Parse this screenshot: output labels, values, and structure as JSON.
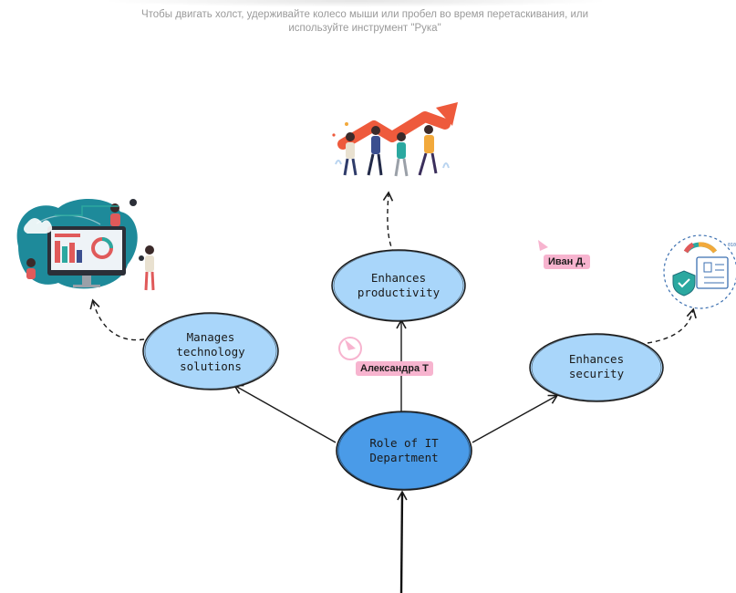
{
  "hint": {
    "line1": "Чтобы двигать холст, удерживайте колесо мыши или пробел во время перетаскивания, или",
    "line2": "используйте инструмент \"Рука\""
  },
  "nodes": {
    "center": {
      "line1": "Role of IT",
      "line2": "Department",
      "fill": "#4a9be8"
    },
    "productivity": {
      "line1": "Enhances",
      "line2": "productivity",
      "fill": "#a9d6fa"
    },
    "manages": {
      "line1": "Manages",
      "line2": "technology",
      "line3": "solutions",
      "fill": "#a9d6fa"
    },
    "security": {
      "line1": "Enhances",
      "line2": "security",
      "fill": "#a9d6fa"
    }
  },
  "collaborators": {
    "alexandra": {
      "name": "Александра Т",
      "color": "#f7b4cf"
    },
    "ivan": {
      "name": "Иван Д.",
      "color": "#f7b4cf"
    }
  },
  "illustrations": {
    "growth": "team-growth-chart-illustration",
    "tech": "it-technology-workstation-illustration",
    "security": "security-dashboard-illustration"
  }
}
